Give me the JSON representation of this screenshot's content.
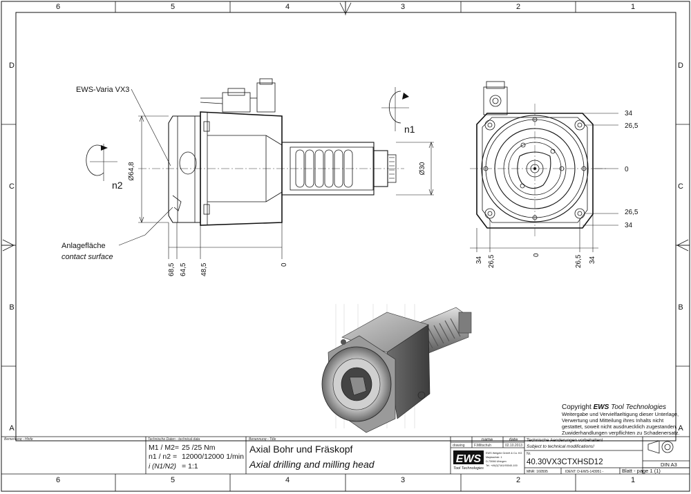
{
  "frame": {
    "columns": [
      "6",
      "5",
      "4",
      "3",
      "2",
      "1"
    ],
    "rows": [
      "D",
      "C",
      "B",
      "A"
    ]
  },
  "callouts": {
    "series_name": "EWS-Varia VX3",
    "contact_surface_de": "Anlagefläche",
    "contact_surface_en": "contact surface"
  },
  "rotation_labels": {
    "spindle_input": "n1",
    "tool_output": "n2"
  },
  "dimensions": {
    "body_diameter": "Ø64,8",
    "shank_diameter": "Ø30",
    "side_view_offsets": [
      "68,5",
      "64,5",
      "48,5",
      "0"
    ],
    "front_vertical": [
      "34",
      "26,5",
      "0",
      "26,5",
      "34"
    ],
    "front_horizontal": [
      "34",
      "26,5",
      "0",
      "26,5",
      "34"
    ]
  },
  "copyright": {
    "title_prefix": "Copyright ",
    "title_brand": "EWS",
    "title_suffix": " Tool Technologies",
    "lines": [
      "Weitergabe und Vervielfaeltigung dieser Unterlage,",
      "Verwertung und Mitteilung ihres Inhalts nicht",
      "gestattet, soweit nicht ausdruecklich zugestanden.",
      "Zuwiderhandlungen verpflichten zu Schadenersatz."
    ]
  },
  "title_block": {
    "remarks_label": "Bemerkung - Hinfe",
    "tech_data_label": "Technische Daten - technical data",
    "torque_label": "M1 / M2=",
    "torque_value": "25  /25  Nm",
    "speed_label": "n1 / n2 =",
    "speed_value": "12000/12000 1/min",
    "ratio_label": "i (N1/N2)",
    "ratio_value": "= 1:1",
    "title_label": "Benennung - Title",
    "title_de": "Axial Bohr und Fräskopf",
    "title_en": "Axial drilling and milling head",
    "name_header": "name",
    "date_header": "date",
    "drawing_label": "drawing",
    "drawing_name": "F.Miltschuh",
    "drawing_date": "02.10.2013",
    "company_logo": "EWS",
    "company_sub": "Tool Technologies",
    "company_address": [
      "EWS Weigele GmbH & Co. KG",
      "Maybachstr. 1",
      "D-73066 Uhingen",
      "Tel. +49(0)7161/93040-100"
    ],
    "change_notice_de": "Technische Aenderungen vorbehalten!",
    "change_notice_en": "Subject to technical modifications!",
    "number_label": "Nr.",
    "drawing_number": "40.30VX3CTXHSD12",
    "mnr": "MNR: 160595",
    "ident": "IDENT: D-EWS-143951 -",
    "sheet": "Blatt - page  1 (1)",
    "format": "DIN A3"
  }
}
